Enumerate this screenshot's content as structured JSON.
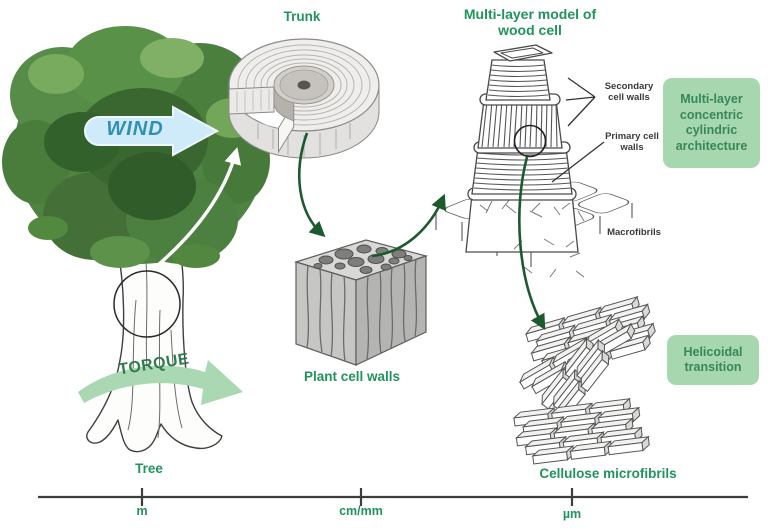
{
  "figure": {
    "title": "Multi-layer model of wood cell"
  },
  "labels": {
    "tree": "Tree",
    "trunk": "Trunk",
    "plant_cell_walls": "Plant cell walls",
    "cellulose_microfibrils": "Cellulose microfibrils",
    "secondary_cell_walls": "Secondary cell walls",
    "primary_cell_walls": "Primary cell walls",
    "macrofibrils": "Macrofibrils"
  },
  "annotations": {
    "wind": "WIND",
    "torque": "TORQUE"
  },
  "callouts": {
    "concentric": "Multi-layer concentric cylindric architecture",
    "helicoidal": "Helicoidal transition"
  },
  "scale_axis": {
    "ticks": [
      {
        "label": "m"
      },
      {
        "label": "cm/mm"
      },
      {
        "label": "µm"
      }
    ]
  },
  "colors": {
    "heading_green": "#21935d",
    "callout_bg": "#a7d7ae",
    "callout_text": "#37875a",
    "arrow_dark_green": "#1c5a2d",
    "wind_fill": "#cfeaf8",
    "wind_text": "#2e91b4",
    "torque_fill": "#a9d8b3",
    "torque_text": "#2e7c4d",
    "annotation_dark": "#3a3a3a",
    "scalebar": "#3d3d3d"
  }
}
